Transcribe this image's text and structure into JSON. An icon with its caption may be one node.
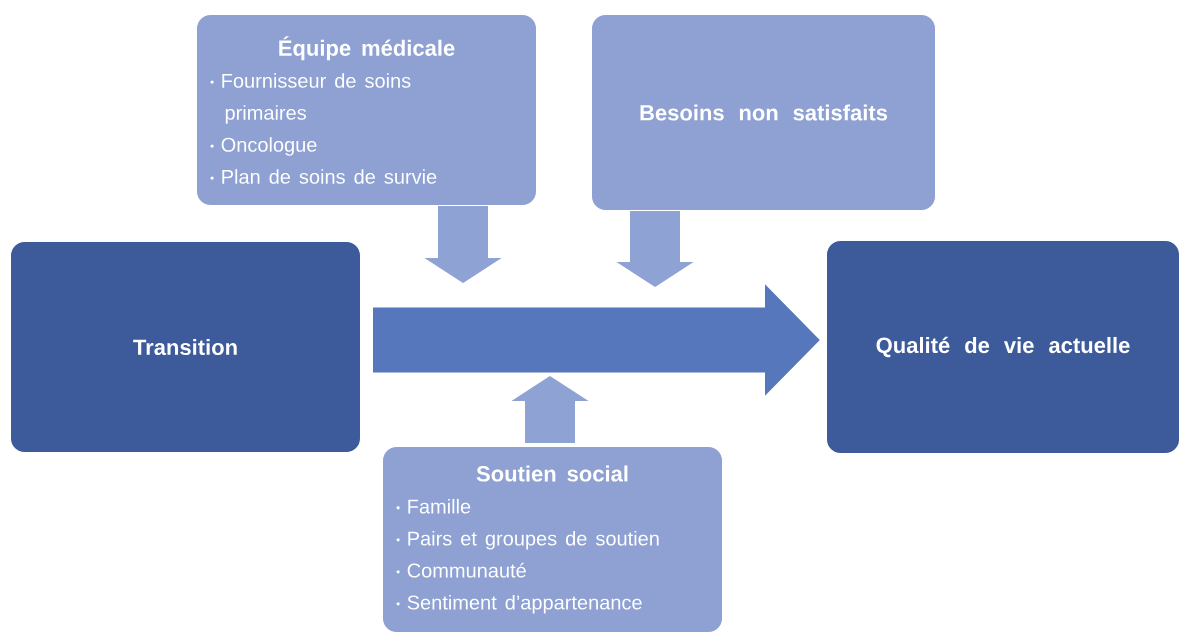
{
  "diagram": {
    "nodes": [
      {
        "text": [
          "Équipe médicale",
          "Fournisseur de soins primaires",
          "Oncologue",
          "Plan de soins de survie"
        ]
      },
      {
        "text": [
          "Besoins non satisfaits"
        ]
      },
      {
        "text": [
          "Transition"
        ]
      },
      {
        "text": [
          "Qualité de vie actuelle"
        ]
      },
      {
        "text": [
          "Soutien social",
          "Famille",
          "Pairs et groupes de soutien",
          "Communauté",
          "Sentiment d’appartenance"
        ]
      }
    ],
    "edges": [
      {
        "from": 2,
        "to": 3,
        "arrow": "to"
      },
      {
        "from": 0,
        "to": null,
        "arrow": "to"
      },
      {
        "from": 1,
        "to": null,
        "arrow": "to"
      },
      {
        "from": 4,
        "to": null,
        "arrow": "to"
      }
    ]
  }
}
